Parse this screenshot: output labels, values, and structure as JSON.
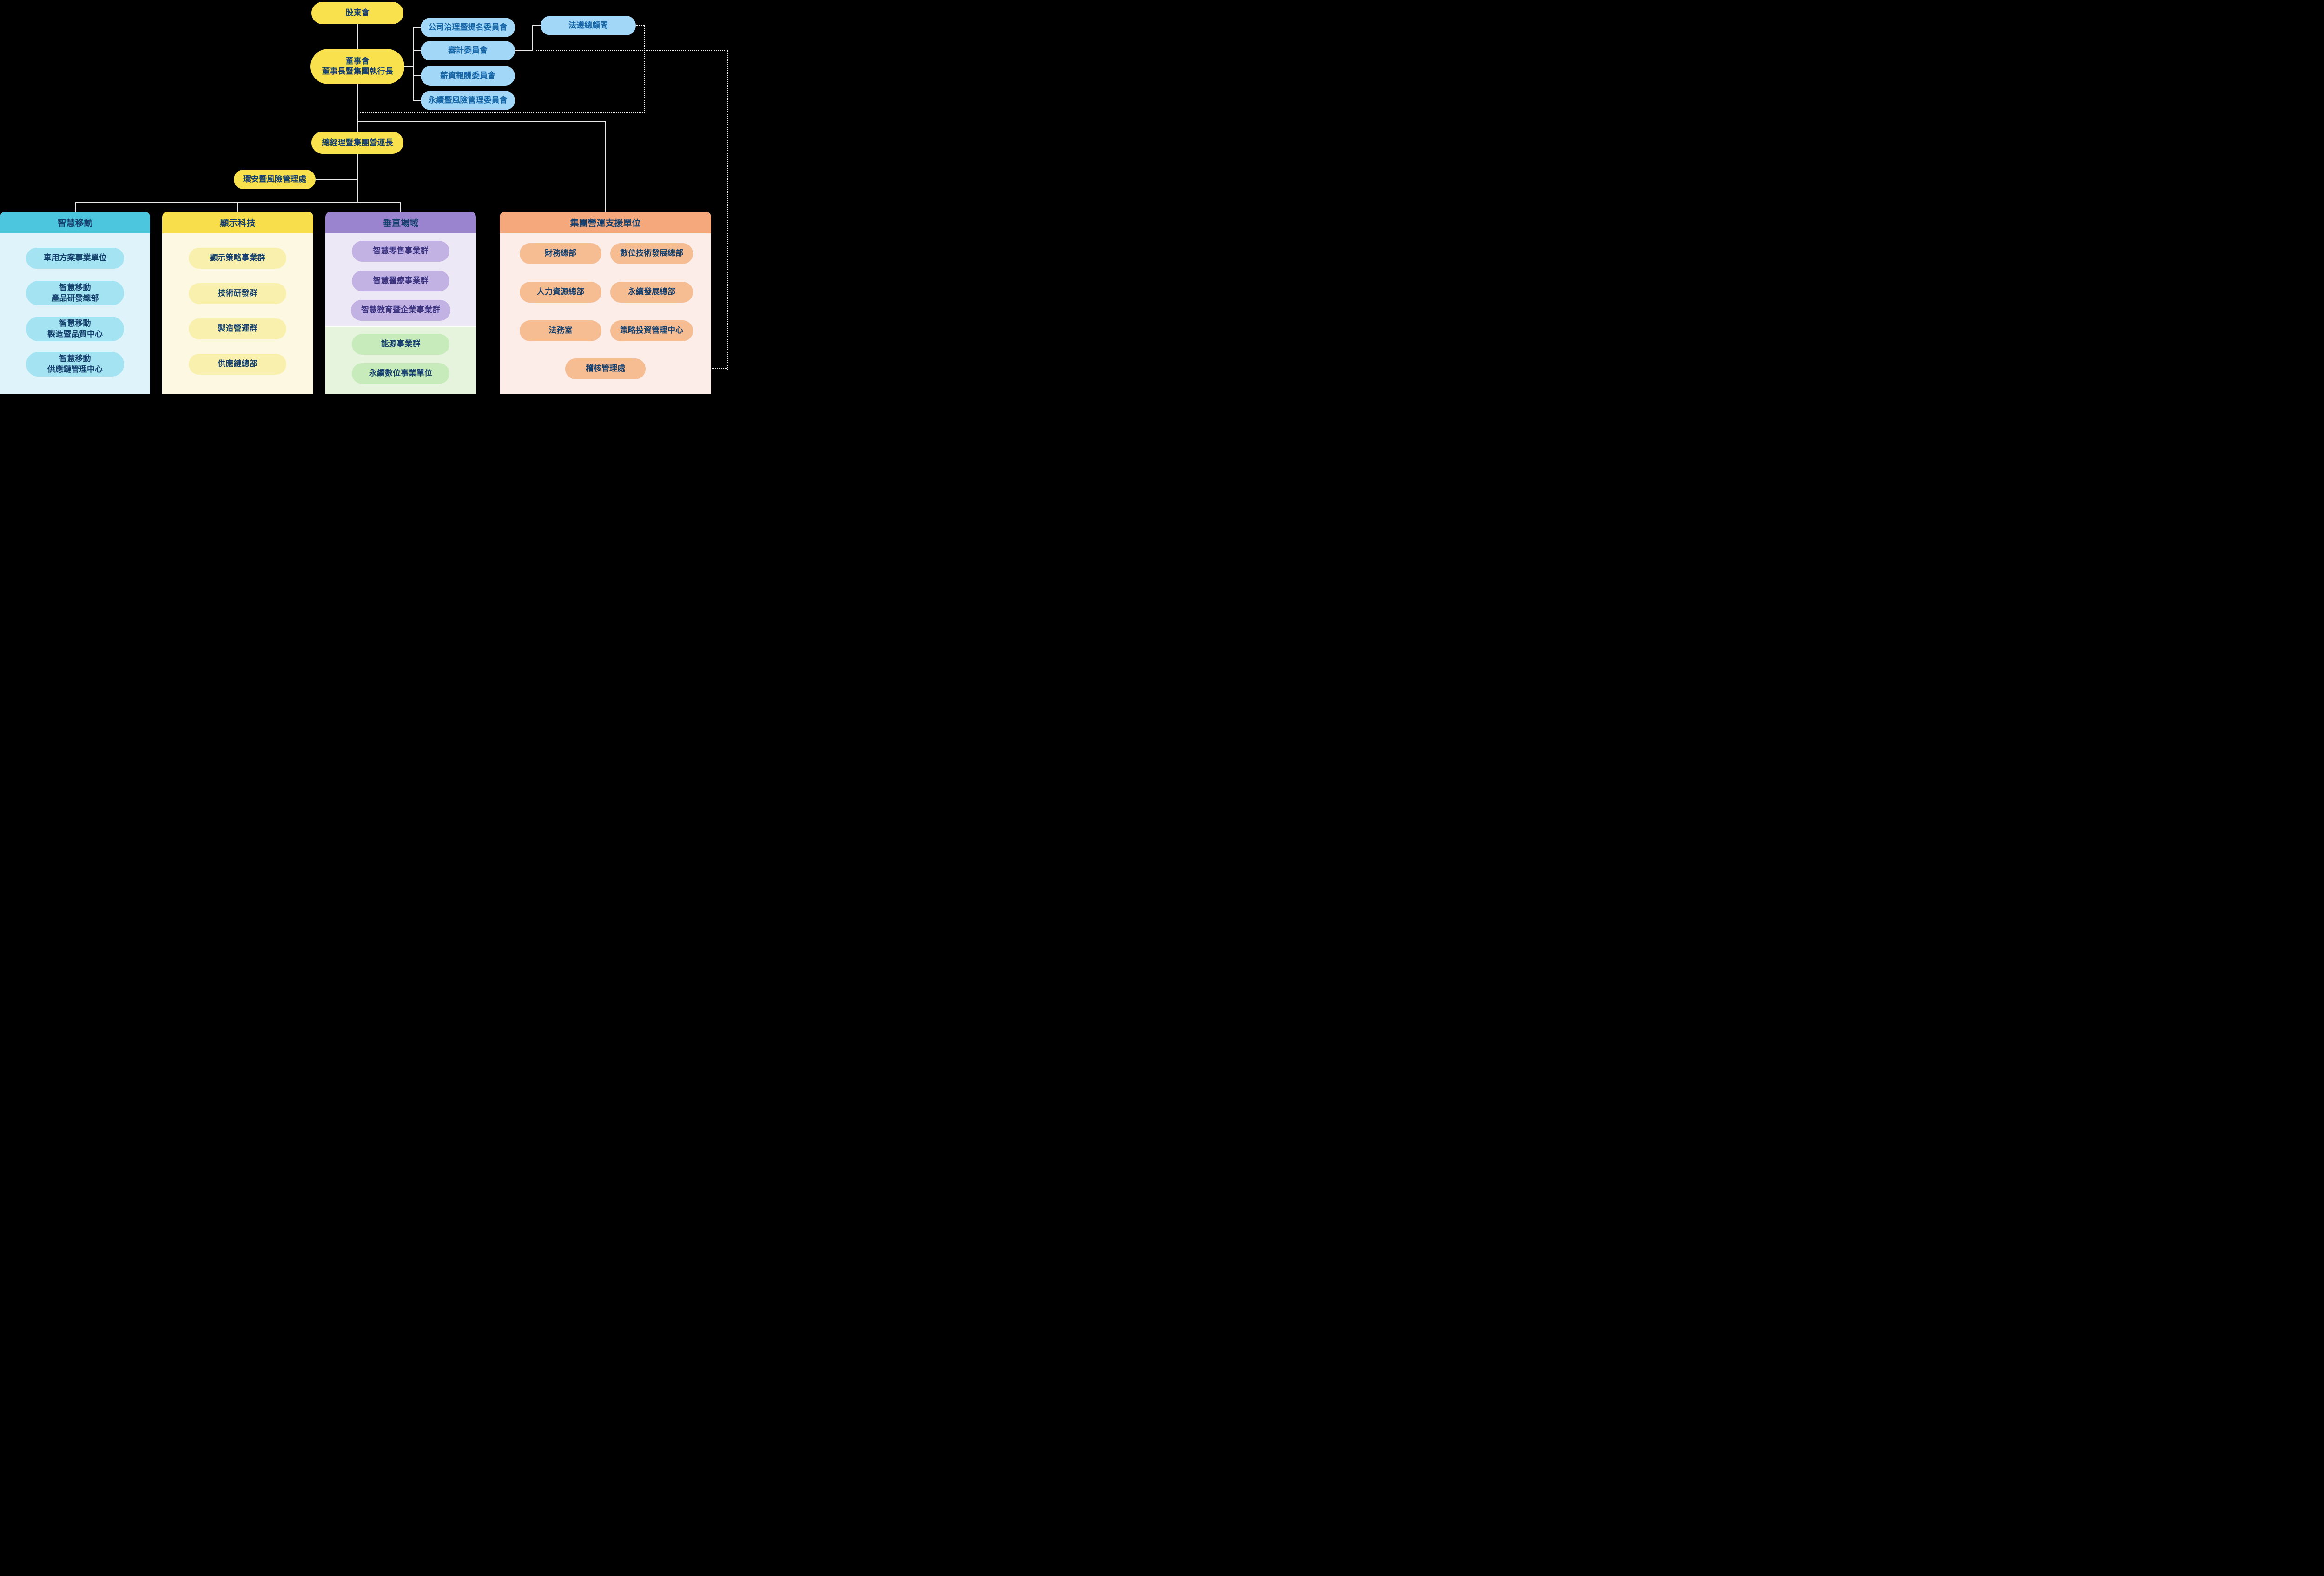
{
  "nodes": {
    "shareholders": "股東會",
    "board": {
      "line1": "董事會",
      "line2": "董事長暨集團執行長"
    },
    "committees": [
      {
        "label": "公司治理暨提名委員會"
      },
      {
        "label": "審計委員會"
      },
      {
        "label": "薪資報酬委員會"
      },
      {
        "label": "永續暨風險管理委員會"
      }
    ],
    "compliance_advisor": "法遵總顧問",
    "coo": "總經理暨集團營運長",
    "ehs_risk": "環安暨風險管理處"
  },
  "divisions": [
    {
      "title": "智慧移動",
      "items": [
        {
          "lines": [
            "車用方案事業單位"
          ]
        },
        {
          "lines": [
            "智慧移動",
            "產品研發總部"
          ]
        },
        {
          "lines": [
            "智慧移動",
            "製造暨品質中心"
          ]
        },
        {
          "lines": [
            "智慧移動",
            "供應鏈管理中心"
          ]
        }
      ]
    },
    {
      "title": "顯示科技",
      "items": [
        {
          "lines": [
            "顯示策略事業群"
          ]
        },
        {
          "lines": [
            "技術研發群"
          ]
        },
        {
          "lines": [
            "製造營運群"
          ]
        },
        {
          "lines": [
            "供應鏈總部"
          ]
        }
      ]
    },
    {
      "title": "垂直場域",
      "items_purple": [
        {
          "lines": [
            "智慧零售事業群"
          ]
        },
        {
          "lines": [
            "智慧醫療事業群"
          ]
        },
        {
          "lines": [
            "智慧教育暨企業事業群"
          ]
        }
      ],
      "items_green": [
        {
          "lines": [
            "能源事業群"
          ]
        },
        {
          "lines": [
            "永續數位事業單位"
          ]
        }
      ]
    },
    {
      "title": "集團營運支援單位",
      "items": [
        {
          "label": "財務總部"
        },
        {
          "label": "數位技術發展總部"
        },
        {
          "label": "人力資源總部"
        },
        {
          "label": "永續發展總部"
        },
        {
          "label": "法務室"
        },
        {
          "label": "策略投資管理中心"
        }
      ],
      "bottom_item": {
        "label": "稽核管理處"
      }
    }
  ],
  "colors": {
    "background": "#000000",
    "line_solid": "#E9E9E9",
    "line_dotted": "#F2F2F2",
    "yellow_node": "#F9E14E",
    "blue_node": "#A2D7F7",
    "navy_text": "#16406D",
    "blue_text": "#1565A7",
    "smart_mobility_header": "#4CC5DE",
    "smart_mobility_body": "#DFF4FA",
    "smart_mobility_item": "#A3E3F2",
    "display_header": "#F8DE4A",
    "display_body": "#FCF8E2",
    "display_item": "#FAF0AE",
    "vertical_header": "#9B84CF",
    "vertical_body_purple": "#ECE8F6",
    "vertical_item_purple": "#C2B1E3",
    "vertical_body_green": "#E6F4DE",
    "vertical_item_green": "#C7EBBA",
    "support_header": "#F4A87C",
    "support_body": "#FCEDE9",
    "support_item": "#F7BD92"
  }
}
